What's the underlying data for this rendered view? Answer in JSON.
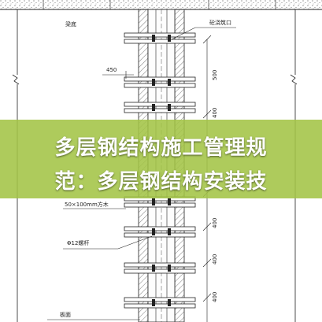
{
  "drawing": {
    "labels": {
      "beam_bottom": "梁底",
      "concrete_pour_opening": "砼浇筑口",
      "width_450": "450",
      "timber": "50×100mm方木",
      "bolt": "Φ12螺杆",
      "slab": "板面"
    },
    "dimensions": [
      "500",
      "400",
      "400",
      "400",
      "400",
      "400"
    ]
  },
  "banner": {
    "line1": "多层钢结构施工管理规",
    "line2": "范：多层钢结构安装技"
  },
  "colors": {
    "banner_bg": "#a3c446",
    "banner_text": "#ffffff",
    "line": "#222222"
  }
}
